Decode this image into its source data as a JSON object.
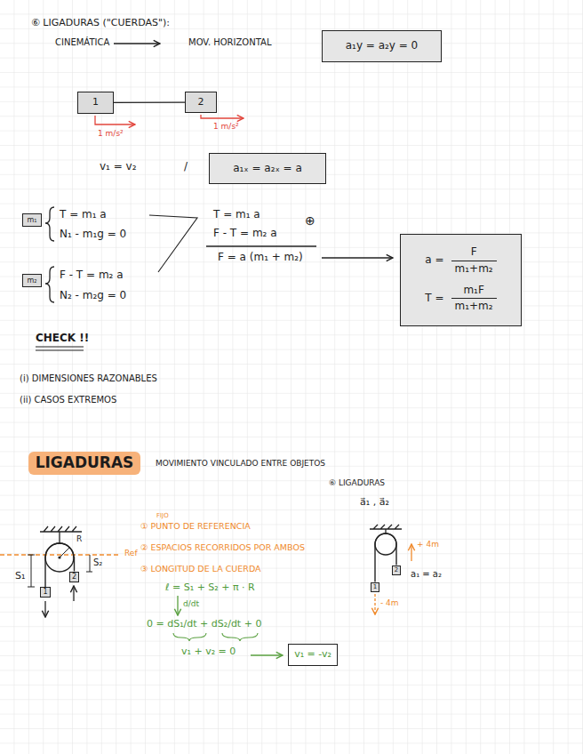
{
  "diagram": {
    "nodes": [
      {
        "text": [
          "a₁y = a₂y = 0"
        ]
      },
      {
        "text": [
          "1"
        ]
      },
      {
        "text": [
          "2"
        ]
      },
      {
        "text": [
          "a₁ₓ = a₂ₓ = a"
        ]
      },
      {
        "text": [
          "m₁"
        ]
      },
      {
        "text": [
          "m₂"
        ]
      },
      {
        "text": [
          "a =",
          "F",
          "m₁+m₂",
          "T =",
          "m₁F",
          "m₁+m₂"
        ]
      },
      {
        "text": [
          "LIGADURAS"
        ]
      },
      {
        "text": [
          "1"
        ]
      },
      {
        "text": [
          "2"
        ]
      },
      {
        "text": [
          "2"
        ]
      },
      {
        "text": [
          "1"
        ]
      },
      {
        "text": [
          "v₁ = -v₂"
        ]
      }
    ],
    "edges": [
      {
        "from": 1,
        "to": 2,
        "arrow": "none"
      },
      {
        "from": 8,
        "to": 9,
        "arrow": "none"
      },
      {
        "from": 11,
        "to": 10,
        "arrow": "none"
      }
    ],
    "labels": [
      "⑥ LIGADURAS (\"CUERDAS\"):",
      "CINEMÁTICA",
      "MOV. HORIZONTAL",
      "1 m/s²",
      "1 m/s²",
      "v₁ = v₂",
      "/",
      "T = m₁ a",
      "N₁ - m₁g = 0",
      "F - T = m₂ a",
      "N₂ - m₂g = 0",
      "T = m₁ a",
      "F - T = m₂ a",
      "⊕",
      "F = a (m₁ + m₂)",
      "CHECK !!",
      "(i) DIMENSIONES RAZONABLES",
      "(ii) CASOS EXTREMOS",
      "MOVIMIENTO VINCULADO ENTRE OBJETOS",
      "⑥ LIGADURAS",
      "a⃗₁ , a⃗₂",
      "R",
      "Ref",
      "S₁",
      "S₂",
      "FIJO",
      "① PUNTO DE REFERENCIA",
      "② ESPACIOS RECORRIDOS POR AMBOS",
      "③ LONGITUD DE LA CUERDA",
      "ℓ = S₁ + S₂ + π · R",
      "d/dt",
      "0 = dS₁/dt + dS₂/dt + 0",
      "v₁ + v₂ = 0",
      "+ 4m",
      "- 4m",
      "a₁ = a₂"
    ]
  }
}
